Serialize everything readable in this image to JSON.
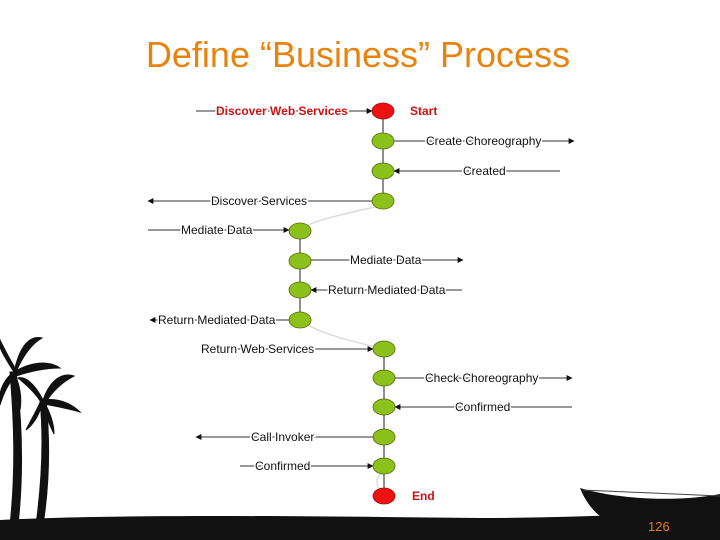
{
  "slide": {
    "title": "Define “Business” Process",
    "page_number": "126"
  },
  "diagram": {
    "colors": {
      "title": "#e8830f",
      "start_end_node": "#ee1111",
      "step_node": "#8cc01a",
      "event_label_highlight": "#cc1111",
      "text": "#111111",
      "silhouette": "#111111"
    },
    "labels": {
      "discover_web_services": "Discover Web Services",
      "start": "Start",
      "create_choreography": "Create Choreography",
      "created": "Created",
      "discover_services": "Discover Services",
      "mediate_data_in": "Mediate Data",
      "mediate_data_out": "Mediate Data",
      "return_mediated_data_in": "Return Mediated Data",
      "return_mediated_data_out": "Return Mediated Data",
      "return_web_services": "Return Web Services",
      "check_choreography": "Check Choreography",
      "confirmed_in": "Confirmed",
      "call_invoker": "Call Invoker",
      "confirmed_out": "Confirmed",
      "end": "End"
    }
  }
}
